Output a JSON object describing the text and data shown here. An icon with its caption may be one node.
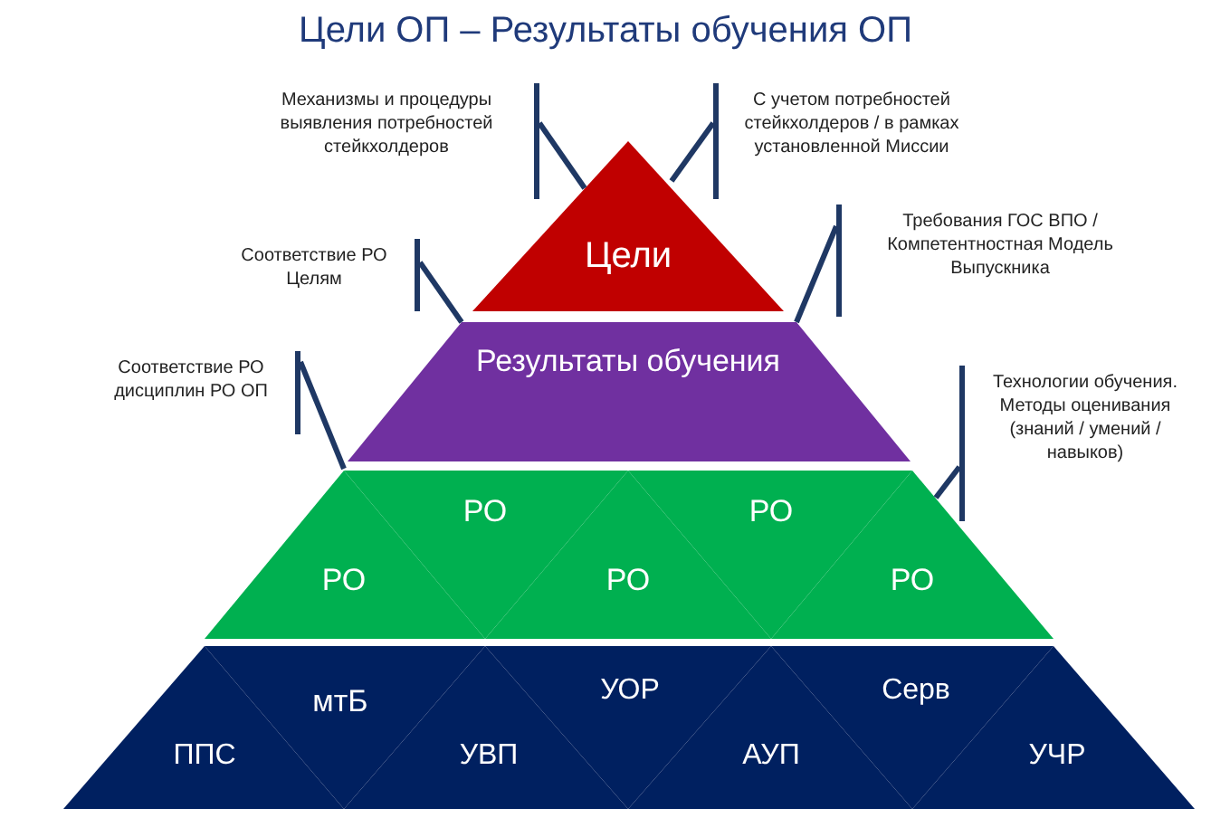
{
  "diagram": {
    "title": "Цели ОП – Результаты обучения ОП",
    "nodes": [
      {
        "text": [
          "Цели"
        ]
      },
      {
        "text": [
          "Результаты обучения"
        ]
      },
      {
        "text": [
          "РО"
        ]
      },
      {
        "text": [
          "РО"
        ]
      },
      {
        "text": [
          "РО"
        ]
      },
      {
        "text": [
          "РО"
        ]
      },
      {
        "text": [
          "РО"
        ]
      },
      {
        "text": [
          "ППС"
        ]
      },
      {
        "text": [
          "мтБ"
        ]
      },
      {
        "text": [
          "УВП"
        ]
      },
      {
        "text": [
          "УОР"
        ]
      },
      {
        "text": [
          "АУП"
        ]
      },
      {
        "text": [
          "Серв"
        ]
      },
      {
        "text": [
          "УЧР"
        ]
      },
      {
        "text": [
          "Механизмы и процедуры выявления потребностей стейкхолдеров"
        ]
      },
      {
        "text": [
          "С учетом потребностей стейкхолдеров / в рамках установленной Миссии"
        ]
      },
      {
        "text": [
          "Соответствие РО Целям"
        ]
      },
      {
        "text": [
          "Требования ГОС ВПО / Компетентностная Модель Выпускника"
        ]
      },
      {
        "text": [
          "Соответствие РО дисциплин РО ОП"
        ]
      },
      {
        "text": [
          "Технологии обучения. Методы оценивания (знаний / умений / навыков)"
        ]
      }
    ],
    "edges": [
      {
        "from": 14,
        "to": 0,
        "arrow": "none"
      },
      {
        "from": 15,
        "to": 0,
        "arrow": "none"
      },
      {
        "from": 16,
        "to": 1,
        "arrow": "none"
      },
      {
        "from": 17,
        "to": 1,
        "arrow": "none"
      },
      {
        "from": 18,
        "to": 2,
        "arrow": "none"
      },
      {
        "from": 19,
        "to": 6,
        "arrow": "none"
      }
    ]
  }
}
